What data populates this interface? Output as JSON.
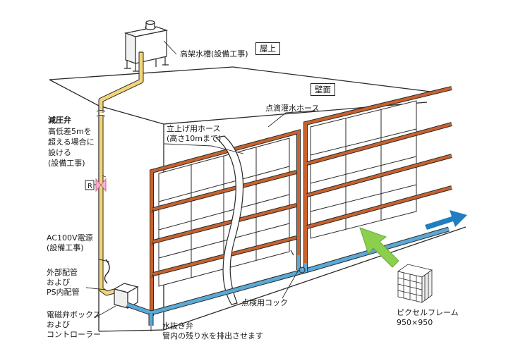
{
  "labels": {
    "rooftop": "屋上",
    "wall": "壁面",
    "elevated_tank": "高架水槽(設備工事)",
    "drip_hose": "点滴灌水ホース",
    "riser_hose_line1": "立上げ用ホース",
    "riser_hose_line2": "(高さ10mまで)",
    "pressure_valve_title": "減圧弁",
    "pressure_valve_line1": "高低差5mを",
    "pressure_valve_line2": "超える場合に",
    "pressure_valve_line3": "設ける",
    "pressure_valve_line4": "(設備工事)",
    "valve_mark": "R",
    "power_line1": "AC100V電源",
    "power_line2": "(設備工事)",
    "piping_line1": "外部配管",
    "piping_line2": "および",
    "piping_line3": "PS内配管",
    "solenoid_line1": "電磁弁ボックス",
    "solenoid_line2": "および",
    "solenoid_line3": "コントローラー",
    "inspection_cock": "点検用コック",
    "drain_line1": "水抜き弁",
    "drain_line2": "管内の残り水を排出させます",
    "pixel_frame_line1": "ピクセルフレーム",
    "pixel_frame_line2": "950×950"
  },
  "colors": {
    "yellow_pipe": "#f2d57a",
    "orange_hose": "#c8622e",
    "blue_pipe": "#5aa9d6",
    "green_arrow": "#8ccf4e",
    "blue_arrow": "#1f7fc0",
    "valve_pink": "#e07aa0",
    "line": "#2a2a2a"
  }
}
